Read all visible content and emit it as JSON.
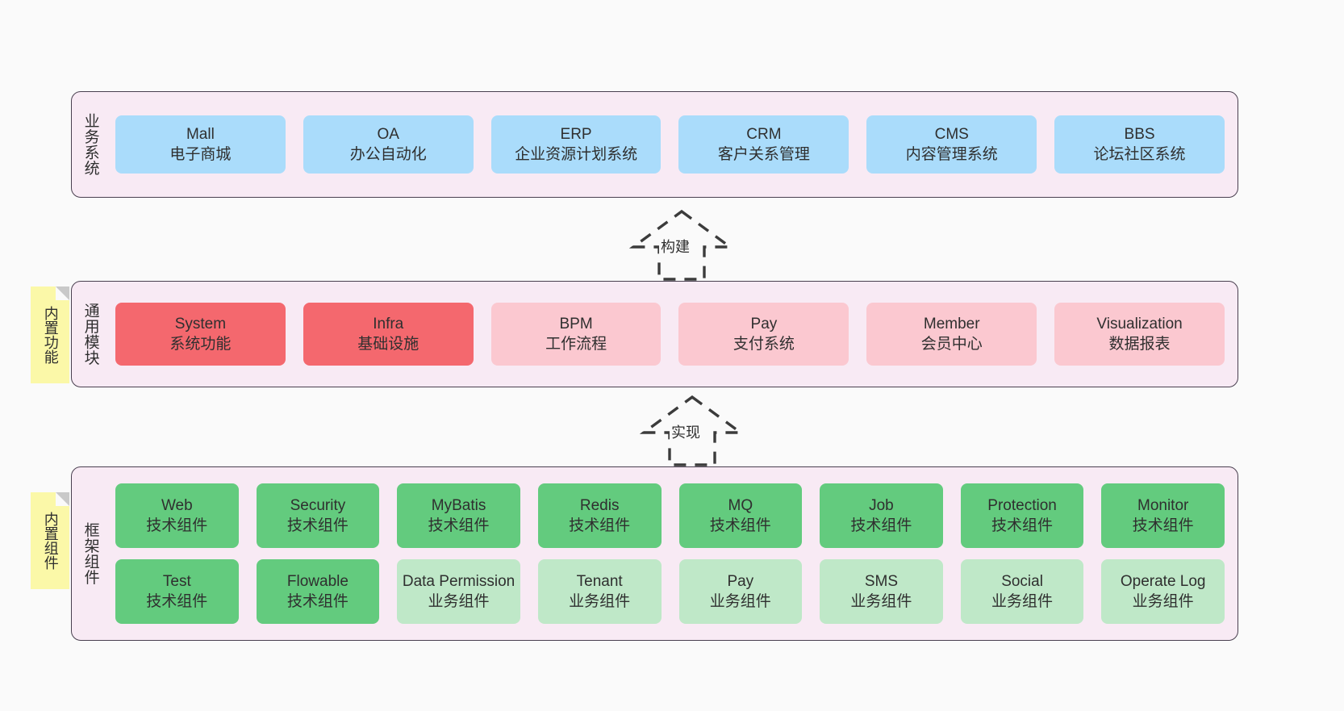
{
  "diagram": {
    "background_color": "#fafafa",
    "panel_color": "#f8eaf4",
    "note_color": "#fbf8a8"
  },
  "layers": [
    {
      "id": "business",
      "title": "业务系统",
      "rows": [
        {
          "cards": [
            {
              "name": "Mall",
              "sub": "电子商城",
              "color": "#aadcfb",
              "variant": "c-blue"
            },
            {
              "name": "OA",
              "sub": "办公自动化",
              "color": "#aadcfb",
              "variant": "c-blue"
            },
            {
              "name": "ERP",
              "sub": "企业资源计划系统",
              "color": "#aadcfb",
              "variant": "c-blue"
            },
            {
              "name": "CRM",
              "sub": "客户关系管理",
              "color": "#aadcfb",
              "variant": "c-blue"
            },
            {
              "name": "CMS",
              "sub": "内容管理系统",
              "color": "#aadcfb",
              "variant": "c-blue"
            },
            {
              "name": "BBS",
              "sub": "论坛社区系统",
              "color": "#aadcfb",
              "variant": "c-blue"
            }
          ]
        }
      ]
    },
    {
      "id": "module",
      "title": "通用模块",
      "note": "内置功能",
      "rows": [
        {
          "cards": [
            {
              "name": "System",
              "sub": "系统功能",
              "color": "#f4686e",
              "variant": "c-red"
            },
            {
              "name": "Infra",
              "sub": "基础设施",
              "color": "#f4686e",
              "variant": "c-red"
            },
            {
              "name": "BPM",
              "sub": "工作流程",
              "color": "#fbc8d0",
              "variant": "c-pink"
            },
            {
              "name": "Pay",
              "sub": "支付系统",
              "color": "#fbc8d0",
              "variant": "c-pink"
            },
            {
              "name": "Member",
              "sub": "会员中心",
              "color": "#fbc8d0",
              "variant": "c-pink"
            },
            {
              "name": "Visualization",
              "sub": "数据报表",
              "color": "#fbc8d0",
              "variant": "c-pink"
            }
          ]
        }
      ]
    },
    {
      "id": "framework",
      "title": "框架组件",
      "note": "内置组件",
      "rows": [
        {
          "cards": [
            {
              "name": "Web",
              "sub": "技术组件",
              "color": "#63cb7e",
              "variant": "c-green"
            },
            {
              "name": "Security",
              "sub": "技术组件",
              "color": "#63cb7e",
              "variant": "c-green"
            },
            {
              "name": "MyBatis",
              "sub": "技术组件",
              "color": "#63cb7e",
              "variant": "c-green"
            },
            {
              "name": "Redis",
              "sub": "技术组件",
              "color": "#63cb7e",
              "variant": "c-green"
            },
            {
              "name": "MQ",
              "sub": "技术组件",
              "color": "#63cb7e",
              "variant": "c-green"
            },
            {
              "name": "Job",
              "sub": "技术组件",
              "color": "#63cb7e",
              "variant": "c-green"
            },
            {
              "name": "Protection",
              "sub": "技术组件",
              "color": "#63cb7e",
              "variant": "c-green"
            },
            {
              "name": "Monitor",
              "sub": "技术组件",
              "color": "#63cb7e",
              "variant": "c-green"
            }
          ]
        },
        {
          "cards": [
            {
              "name": "Test",
              "sub": "技术组件",
              "color": "#63cb7e",
              "variant": "c-green"
            },
            {
              "name": "Flowable",
              "sub": "技术组件",
              "color": "#63cb7e",
              "variant": "c-green"
            },
            {
              "name": "Data Permission",
              "sub": "业务组件",
              "color": "#bfe8c8",
              "variant": "c-lightgreen"
            },
            {
              "name": "Tenant",
              "sub": "业务组件",
              "color": "#bfe8c8",
              "variant": "c-lightgreen"
            },
            {
              "name": "Pay",
              "sub": "业务组件",
              "color": "#bfe8c8",
              "variant": "c-lightgreen"
            },
            {
              "name": "SMS",
              "sub": "业务组件",
              "color": "#bfe8c8",
              "variant": "c-lightgreen"
            },
            {
              "name": "Social",
              "sub": "业务组件",
              "color": "#bfe8c8",
              "variant": "c-lightgreen"
            },
            {
              "name": "Operate Log",
              "sub": "业务组件",
              "color": "#bfe8c8",
              "variant": "c-lightgreen"
            }
          ]
        }
      ]
    }
  ],
  "connectors": [
    {
      "id": "build",
      "label": "构建",
      "style": "dashed-hollow-arrow",
      "direction": "up",
      "from": "module",
      "to": "business"
    },
    {
      "id": "impl",
      "label": "实现",
      "style": "dashed-hollow-arrow",
      "direction": "up",
      "from": "framework",
      "to": "module"
    }
  ]
}
